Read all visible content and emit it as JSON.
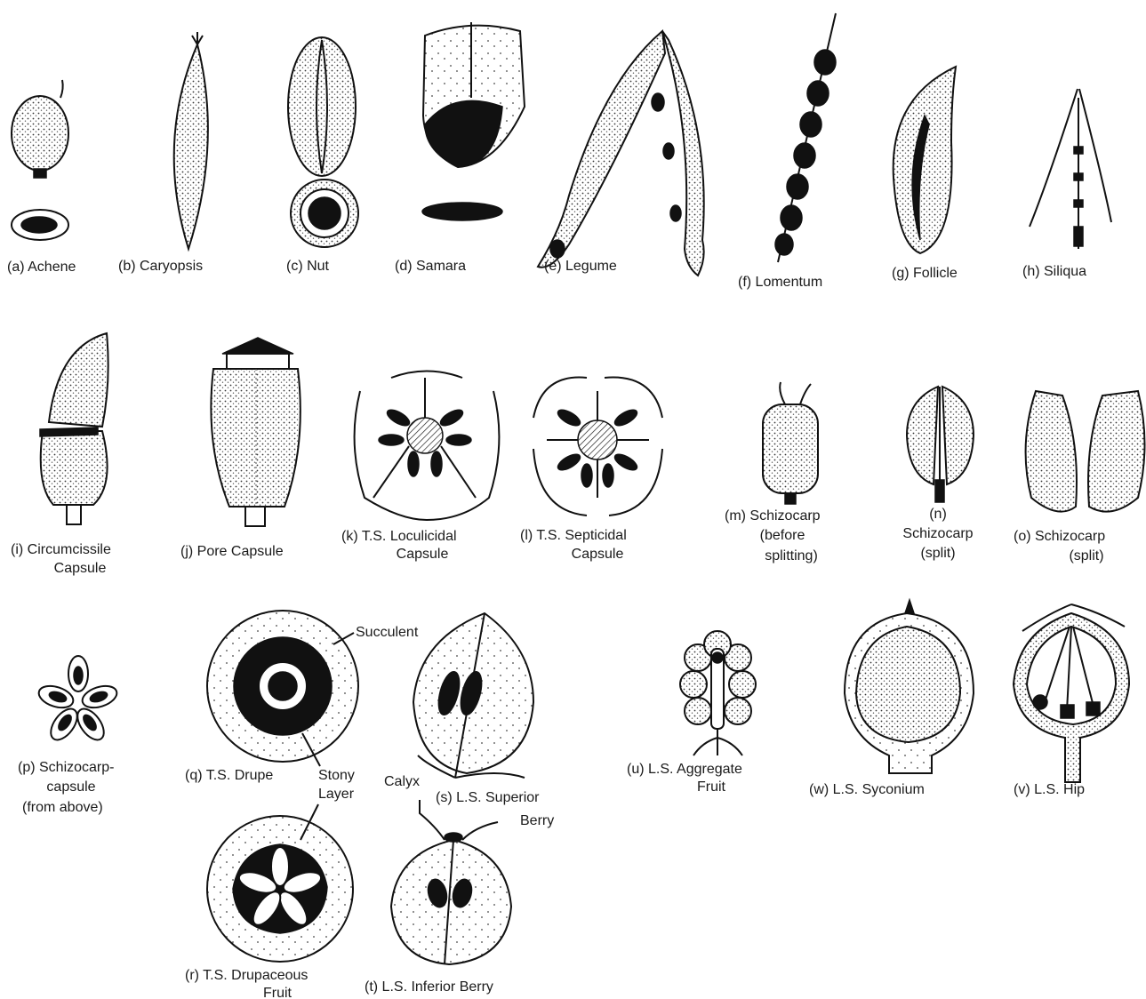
{
  "labels": {
    "a": "(a) Achene",
    "b": "(b) Caryopsis",
    "c": "(c) Nut",
    "d": "(d) Samara",
    "e": "(e) Legume",
    "f": "(f) Lomentum",
    "g": "(g) Follicle",
    "h": "(h) Siliqua",
    "i_1": "(i) Circumcissile",
    "i_2": "Capsule",
    "j": "(j) Pore Capsule",
    "k_1": "(k) T.S. Loculicidal",
    "k_2": "Capsule",
    "l_1": "(l) T.S. Septicidal",
    "l_2": "Capsule",
    "m_1": "(m) Schizocarp",
    "m_2": "(before",
    "m_3": "splitting)",
    "n_1": "(n)",
    "n_2": "Schizocarp",
    "n_3": "(split)",
    "o_1": "(o) Schizocarp",
    "o_2": "(split)",
    "p_1": "(p) Schizocarp-",
    "p_2": "capsule",
    "p_3": "(from above)",
    "q": "(q) T.S. Drupe",
    "r_1": "(r) T.S. Drupaceous",
    "r_2": "Fruit",
    "s_1": "(s) L.S. Superior",
    "s_2": "Berry",
    "t": "(t) L.S. Inferior Berry",
    "u_1": "(u) L.S. Aggregate",
    "u_2": "Fruit",
    "w": "(w) L.S. Syconium",
    "v": "(v) L.S. Hip"
  },
  "annotations": {
    "succulent": "Succulent",
    "stony_1": "Stony",
    "stony_2": "Layer",
    "calyx": "Calyx"
  }
}
